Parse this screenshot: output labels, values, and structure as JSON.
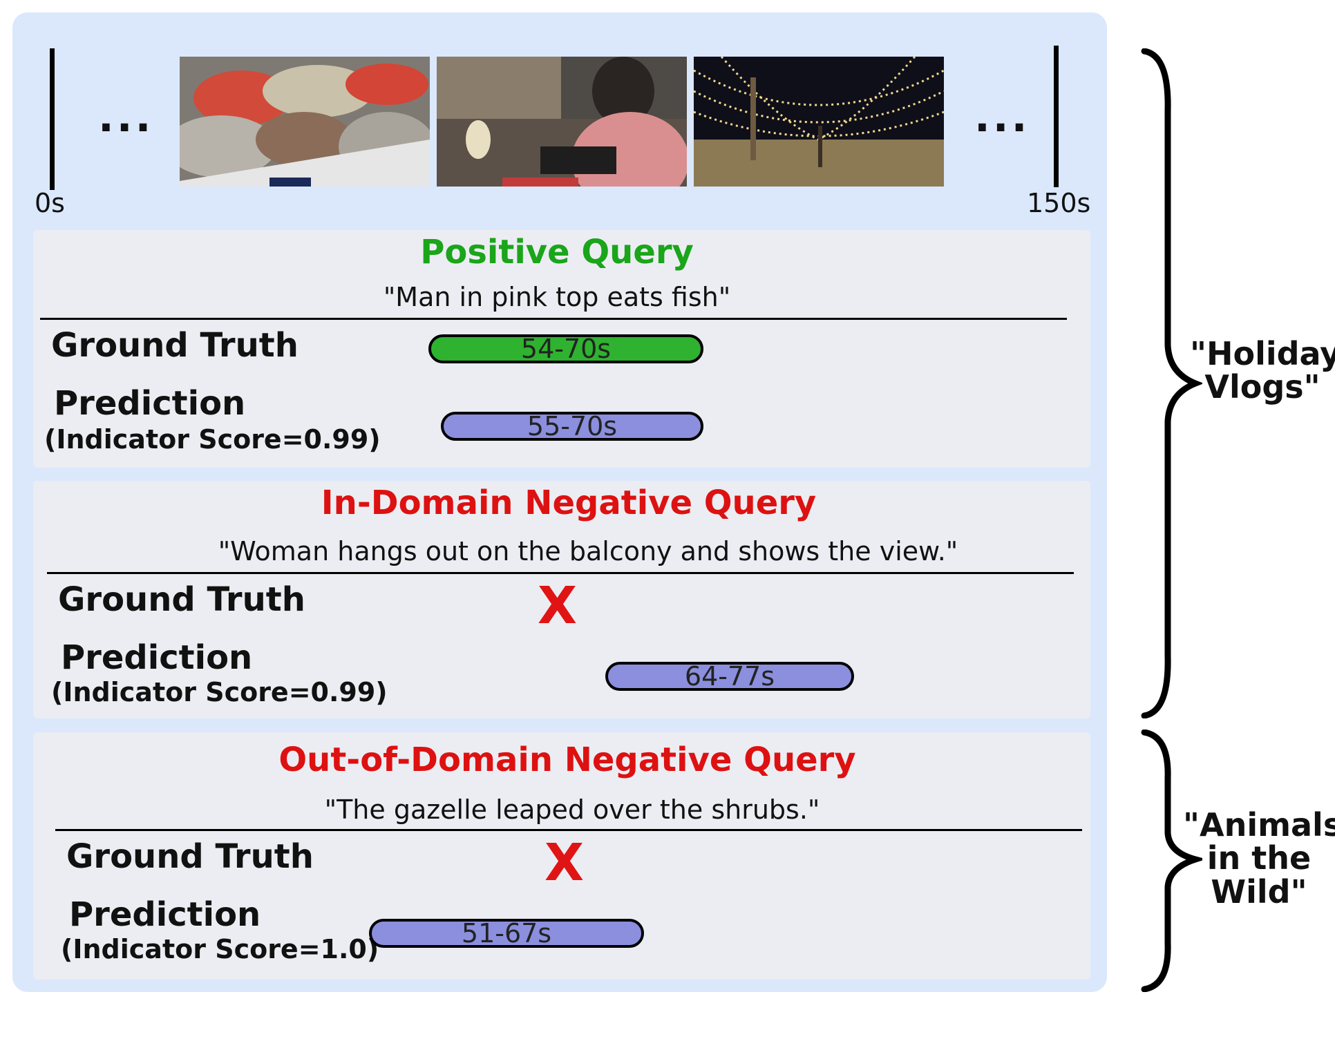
{
  "timeline": {
    "start_label": "0s",
    "end_label": "150s",
    "left_ellipsis": "...",
    "right_ellipsis": "...",
    "frames": [
      "seafood-display-frame",
      "man-reading-menu-frame",
      "string-lights-beach-frame"
    ]
  },
  "sections": [
    {
      "title": "Positive Query",
      "title_color": "#1aa51a",
      "query": "\"Man in pink top eats fish\"",
      "gt_label": "Ground Truth",
      "gt_bar": "54-70s",
      "pred_label": "Prediction",
      "pred_score": "(Indicator Score=0.99)",
      "pred_bar": "55-70s"
    },
    {
      "title": "In-Domain Negative Query",
      "title_color": "#dd1111",
      "query": "\"Woman hangs out on the balcony and shows the view.\"",
      "gt_label": "Ground Truth",
      "gt_mark": "X",
      "pred_label": "Prediction",
      "pred_score": "(Indicator Score=0.99)",
      "pred_bar": "64-77s"
    },
    {
      "title": "Out-of-Domain Negative Query",
      "title_color": "#dd1111",
      "query": "\"The gazelle leaped over the shrubs.\"",
      "gt_label": "Ground Truth",
      "gt_mark": "X",
      "pred_label": "Prediction",
      "pred_score": "(Indicator Score=1.0)",
      "pred_bar": "51-67s"
    }
  ],
  "braces": {
    "holiday": "\"Holiday\nVlogs\"",
    "animals": "\"Animals\nin the\nWild\""
  }
}
